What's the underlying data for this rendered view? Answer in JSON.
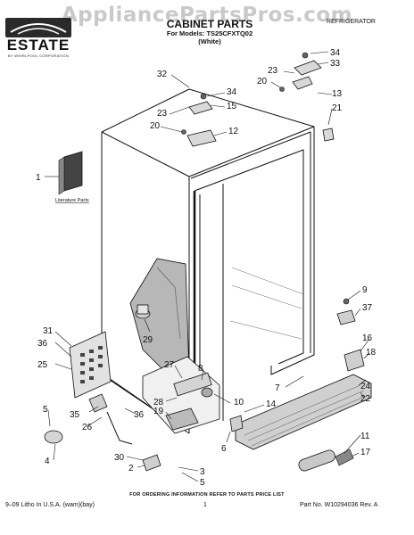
{
  "watermark": "AppliancePartsPros.com",
  "brand": {
    "name": "ESTATE",
    "sub": "BY WHIRLPOOL CORPORATION"
  },
  "header": {
    "title": "CABINET PARTS",
    "models_line": "For Models: TS25CFXTQ02",
    "color_line": "(White)",
    "category": "REFRIGERATOR"
  },
  "literature_label": "Literature Parts",
  "callouts": [
    "34",
    "33",
    "23",
    "20",
    "13",
    "21",
    "32",
    "34",
    "15",
    "23",
    "20",
    "12",
    "1",
    "9",
    "37",
    "31",
    "36",
    "29",
    "16",
    "18",
    "25",
    "27",
    "8",
    "5",
    "28",
    "10",
    "14",
    "7",
    "24",
    "36",
    "35",
    "19",
    "22",
    "26",
    "6",
    "4",
    "11",
    "30",
    "2",
    "17",
    "3",
    "5"
  ],
  "footer": {
    "order_note": "FOR ORDERING INFORMATION REFER TO PARTS PRICE LIST",
    "litho": "9–09 Litho In U.S.A. (wam)(bay)",
    "page": "1",
    "part_no": "Part No. W10294036 Rev. A"
  }
}
